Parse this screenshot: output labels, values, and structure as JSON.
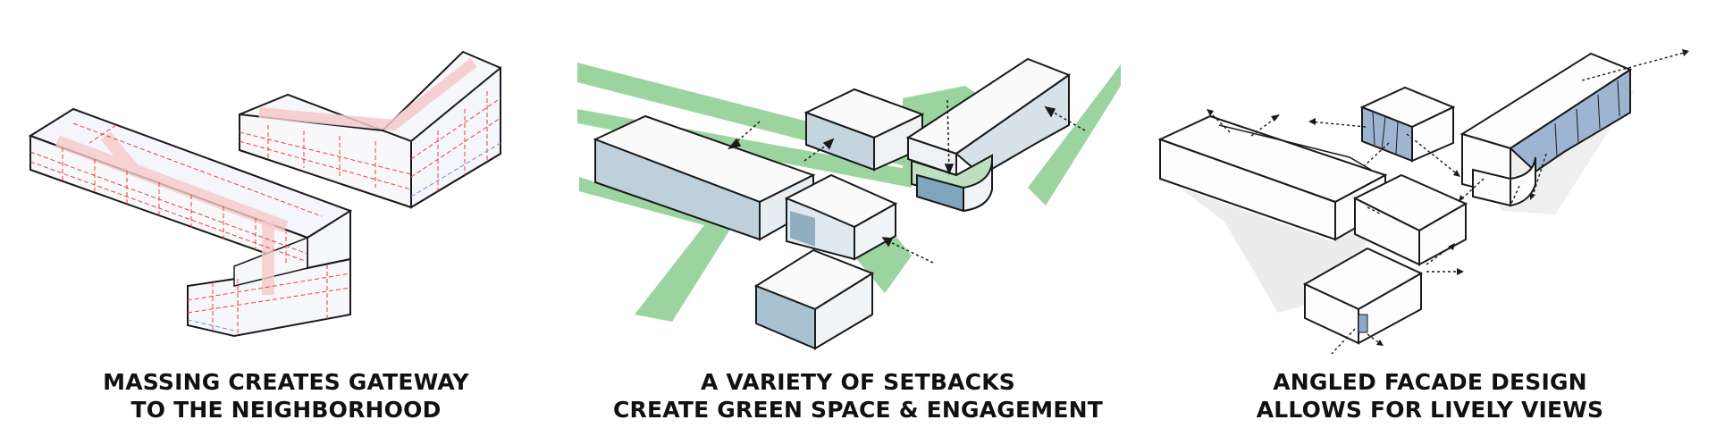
{
  "panels": [
    {
      "caption_line1": "MASSING CREATES GATEWAY",
      "caption_line2": "TO THE NEIGHBORHOOD"
    },
    {
      "caption_line1": "A VARIETY OF SETBACKS",
      "caption_line2": "CREATE GREEN SPACE & ENGAGEMENT"
    },
    {
      "caption_line1": "ANGLED FACADE DESIGN",
      "caption_line2": "ALLOWS FOR LIVELY VIEWS"
    }
  ],
  "colors": {
    "outline": "#1a1a1a",
    "grid_red": "#e8423f",
    "grid_blue": "#6f8fc6",
    "highlight_pink": "#f6c9c9",
    "face_light": "#f6f7fa",
    "face_blue": "#b8cbd8",
    "green": "#97d29a",
    "shadow": "#e9e9e9"
  }
}
